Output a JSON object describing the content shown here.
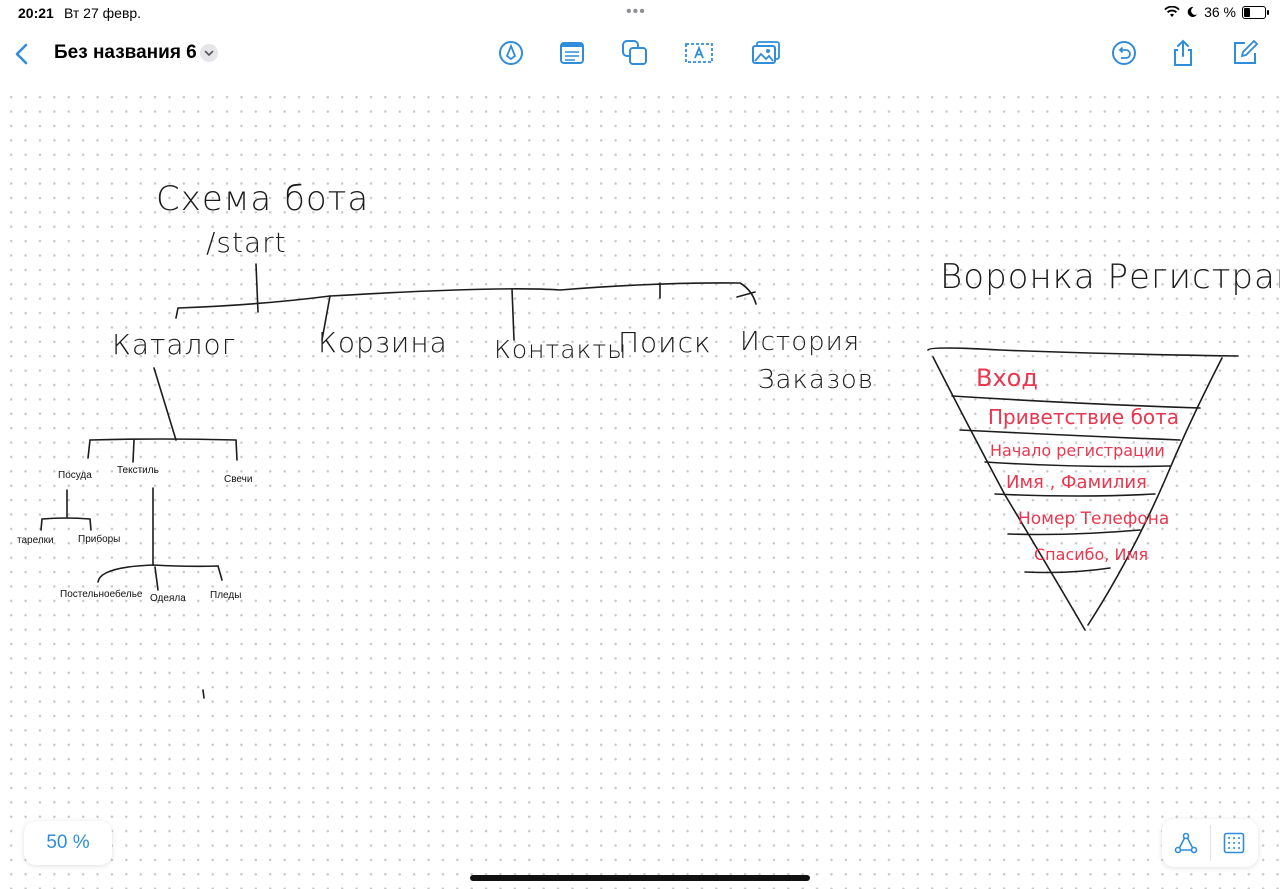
{
  "status_bar": {
    "time": "20:21",
    "date": "Вт 27 февр.",
    "battery_text": "36 %",
    "battery_level": 0.36
  },
  "toolbar": {
    "title": "Без названия 6",
    "icons": [
      "back-chevron-icon",
      "dropdown-chevron-icon",
      "pen-tool-icon",
      "text-box-icon",
      "shapes-icon",
      "text-label-icon",
      "media-icon",
      "undo-icon",
      "share-icon",
      "edit-icon"
    ]
  },
  "colors": {
    "accent": "#2f8ddb",
    "ink": "#1c1c1c",
    "red_ink": "#e8374f"
  },
  "board": {
    "scheme_title": "Схема бота",
    "start_cmd": "/start",
    "menu": [
      "Каталог",
      "Корзина",
      "Контакты",
      "Поиск",
      "История",
      "Заказов"
    ],
    "catalog_items": [
      "Посуда",
      "Текстиль",
      "Свечи"
    ],
    "posuda_items": [
      "тарелки",
      "Приборы"
    ],
    "textile_items": [
      "Постельноебелье",
      "Одеяла",
      "Пледы"
    ],
    "funnel_title": "Воронка Регистрации",
    "funnel_steps": [
      "Вход",
      "Приветствие бота",
      "Начало регистрации",
      "Имя , Фамилия",
      "Номер Телефона",
      "Спасибо, Имя"
    ]
  },
  "zoom": {
    "label": "50 %"
  }
}
